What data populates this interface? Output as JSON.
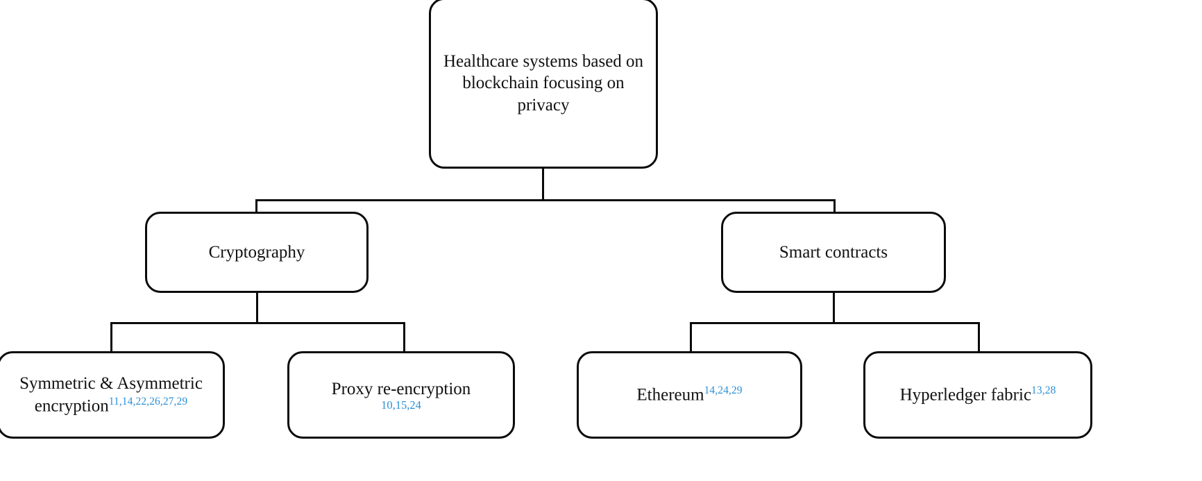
{
  "diagram": {
    "title_root": "Healthcare systems based on blockchain focusing on privacy",
    "type": "tree-hierarchy",
    "accent_citation_color": "#2b8fd6",
    "line_color": "#0a0a0a",
    "background_color": "#ffffff",
    "nodes": {
      "root": {
        "label": "Healthcare systems based on blockchain focusing on privacy",
        "level": 0
      },
      "cryptography": {
        "label": "Cryptography",
        "level": 1
      },
      "smart_contracts": {
        "label": "Smart contracts",
        "level": 1
      },
      "symmetric_asymmetric": {
        "label": "Symmetric &  Asymmetric encryption",
        "citations": "11,14,22,26,27,29",
        "level": 2,
        "parent": "cryptography"
      },
      "proxy_reencryption": {
        "label": "Proxy re-encryption",
        "citations": "10,15,24",
        "level": 2,
        "parent": "cryptography"
      },
      "ethereum": {
        "label": "Ethereum",
        "citations": "14,24,29",
        "level": 2,
        "parent": "smart_contracts"
      },
      "hyperledger_fabric": {
        "label": "Hyperledger fabric",
        "citations": "13,28",
        "level": 2,
        "parent": "smart_contracts"
      }
    }
  }
}
